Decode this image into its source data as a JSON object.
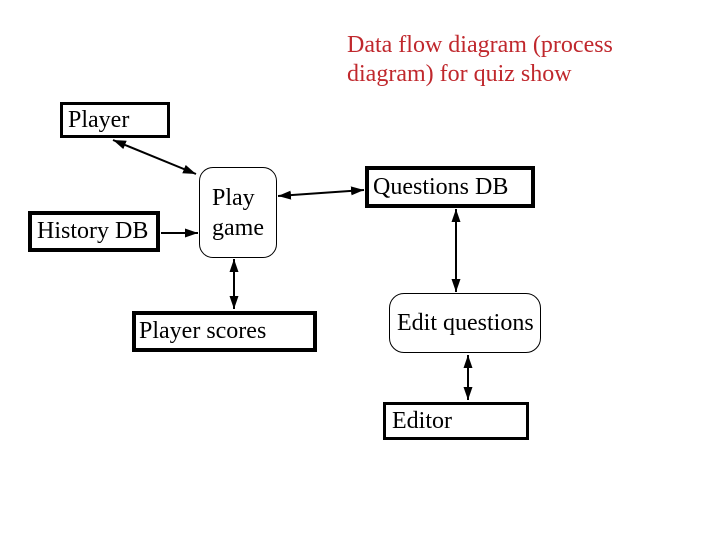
{
  "slide": {
    "title": {
      "lines": [
        "Data flow diagram (process",
        "diagram) for quiz show"
      ],
      "full_text": "Data flow diagram (process diagram) for quiz show"
    },
    "nodes": {
      "player": {
        "label": "Player",
        "shape": "rectangle-thick-border"
      },
      "history_db": {
        "label": "History DB",
        "shape": "rectangle-thick-border"
      },
      "play_game": {
        "label": "Play game",
        "shape": "rounded-rectangle-thin-border"
      },
      "questions_db": {
        "label": "Questions DB",
        "shape": "rectangle-thick-border"
      },
      "player_scores": {
        "label": "Player scores",
        "shape": "rectangle-thick-border"
      },
      "edit_questions": {
        "label": "Edit questions",
        "shape": "rounded-rectangle-thin-border"
      },
      "editor": {
        "label": "Editor",
        "shape": "rectangle-thick-border"
      }
    },
    "edges": [
      {
        "from": "player",
        "to": "play_game",
        "arrows": "both-ends"
      },
      {
        "from": "history_db",
        "to": "play_game",
        "arrows": "end-only"
      },
      {
        "from": "play_game",
        "to": "questions_db",
        "arrows": "both-ends"
      },
      {
        "from": "play_game",
        "to": "player_scores",
        "arrows": "both-ends"
      },
      {
        "from": "questions_db",
        "to": "edit_questions",
        "arrows": "both-ends"
      },
      {
        "from": "edit_questions",
        "to": "editor",
        "arrows": "both-ends"
      }
    ],
    "colors": {
      "title": "#c0282d",
      "line": "#000000",
      "background": "#ffffff"
    }
  }
}
